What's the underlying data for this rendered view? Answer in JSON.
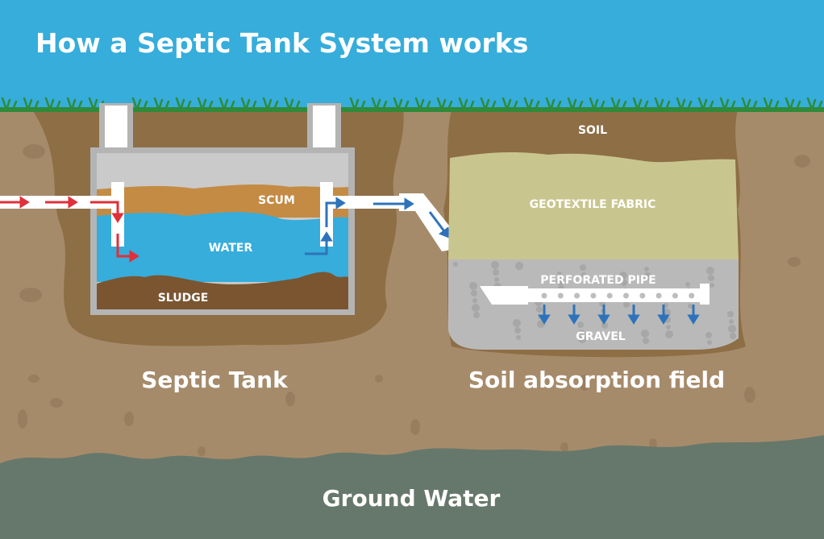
{
  "title": "How a Septic Tank System works",
  "colors": {
    "sky": "#36ADDB",
    "grass": "#2E8B3A",
    "soil_dark": "#8E6E45",
    "soil_light": "#A68B6B",
    "tank_concrete": "#B4B4B4",
    "tank_air": "#CACACA",
    "scum": "#C48B45",
    "water": "#36ADDB",
    "sludge": "#7A5530",
    "geotextile": "#C9C58F",
    "gravel": "#B9B9B9",
    "groundwater": "#66786B",
    "inflow_arrow": "#E0303A",
    "outflow_arrow": "#2E73BA",
    "pipe": "#FFFFFF",
    "text": "#FFFFFF"
  },
  "tank": {
    "caption": "Septic Tank",
    "layers": {
      "scum": "SCUM",
      "water": "WATER",
      "sludge": "SLUDGE"
    }
  },
  "field": {
    "caption": "Soil absorption field",
    "layers": {
      "soil": "SOIL",
      "geotextile": "GEOTEXTILE FABRIC",
      "pipe": "PERFORATED PIPE",
      "gravel": "GRAVEL"
    }
  },
  "groundwater": {
    "caption": "Ground Water"
  }
}
